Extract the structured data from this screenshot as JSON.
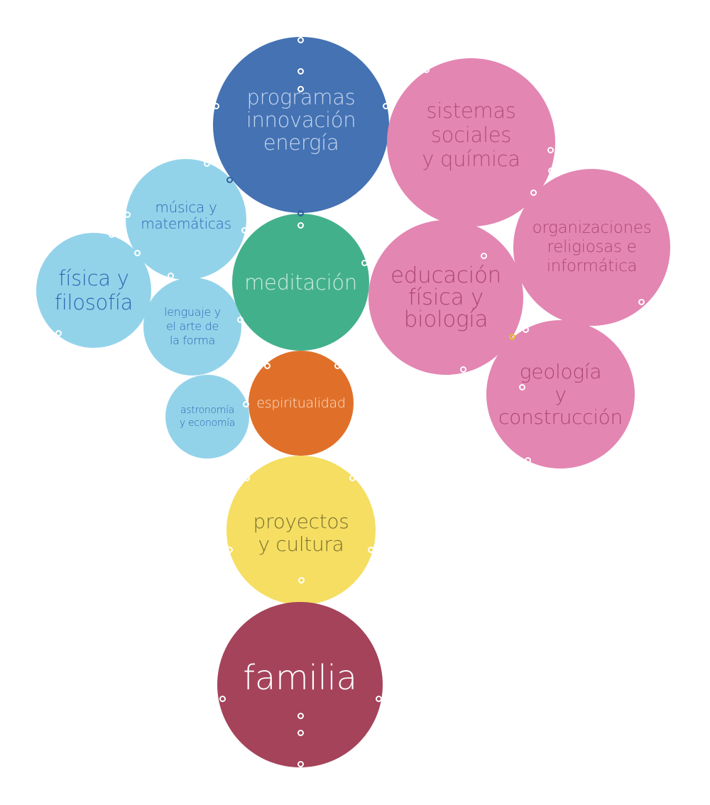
{
  "diagram": {
    "circles": [
      {
        "id": "programas",
        "text": "programas\ninnovación\nenergía",
        "color": "#4472b3"
      },
      {
        "id": "sistemas",
        "text": "sistemas\nsociales\ny química",
        "color": "#e386b2"
      },
      {
        "id": "musica",
        "text": "música y\nmatemáticas",
        "color": "#93d3ea"
      },
      {
        "id": "meditacion",
        "text": "meditación",
        "color": "#43b08c"
      },
      {
        "id": "educacion",
        "text": "educación\nfísica y\nbiología",
        "color": "#e386b2"
      },
      {
        "id": "organizaciones",
        "text": "organizaciones\nreligiosas e\ninformática",
        "color": "#e386b2"
      },
      {
        "id": "fisica",
        "text": "física y\nfilosofía",
        "color": "#93d3ea"
      },
      {
        "id": "lenguaje",
        "text": "lenguaje y\nel arte de\nla forma",
        "color": "#93d3ea"
      },
      {
        "id": "espiritualidad",
        "text": "espiritualidad",
        "color": "#e07029"
      },
      {
        "id": "astronomia",
        "text": "astronomía\ny economía",
        "color": "#93d3ea"
      },
      {
        "id": "geologia",
        "text": "geología\ny\nconstrucción",
        "color": "#e386b2"
      },
      {
        "id": "proyectos",
        "text": "proyectos\ny cultura",
        "color": "#f5de62"
      },
      {
        "id": "familia",
        "text": "familia",
        "color": "#a4435a"
      }
    ]
  }
}
